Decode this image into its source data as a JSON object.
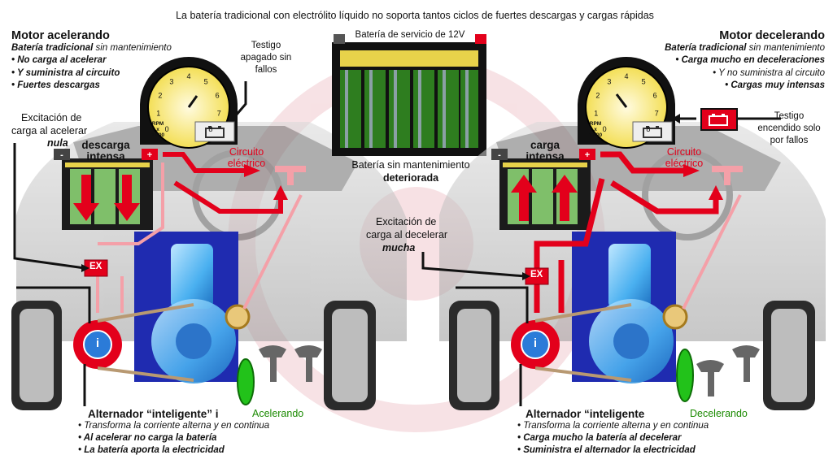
{
  "header": {
    "title": "La batería tradicional con electrólito líquido no soporta tantos ciclos de fuertes descargas y cargas rápidas"
  },
  "left_panel": {
    "title": "Motor acelerando",
    "battery_type_bold": "Batería tradicional",
    "battery_type_rest": "sin mantenimiento",
    "bullets": [
      "• No carga al acelerar",
      "• Y suministra al circuito",
      "• Fuertes descargas"
    ],
    "excitation": [
      "Excitación de",
      "carga al acelerar"
    ],
    "excitation_value": "nula",
    "gauge_label": [
      "RPM",
      "x",
      "1.000"
    ],
    "warning_light": [
      "Testigo",
      "apagado sin",
      "fallos"
    ],
    "battery_state": [
      "descarga",
      "intensa"
    ],
    "circuit": [
      "Circuito",
      "eléctrico"
    ],
    "ex_label": "EX",
    "alternator_label": "i",
    "pedal_state": "Acelerando",
    "alternator_title": "Alternador “inteligente” i",
    "alternator_lines": [
      {
        "text": "• Transforma la corriente alterna y en continua",
        "style": "italic"
      },
      {
        "text": "• Al acelerar no carga la batería",
        "style": "bold-italic"
      },
      {
        "text": "• La batería aporta la electricidad",
        "style": "bold-italic"
      }
    ]
  },
  "center": {
    "battery_title": "Batería de servicio de 12V",
    "battery_caption": "Batería sin mantenimiento",
    "battery_condition": "deteriorada"
  },
  "right_panel": {
    "title": "Motor decelerando",
    "battery_type_bold": "Batería tradicional",
    "battery_type_rest": "sin mantenimiento",
    "bullets": [
      "• Carga mucho en deceleraciones",
      "• Y no suministra al circuito",
      "• Cargas muy intensas"
    ],
    "excitation": [
      "Excitación de",
      "carga al decelerar"
    ],
    "excitation_value": "mucha",
    "gauge_label": [
      "RPM",
      "x",
      "1.000"
    ],
    "warning_light": [
      "Testigo",
      "encendido solo",
      "por fallos"
    ],
    "battery_state": [
      "carga",
      "intensa"
    ],
    "circuit": [
      "Circuito",
      "eléctrico"
    ],
    "ex_label": "EX",
    "alternator_label": "i",
    "pedal_state": "Decelerando",
    "alternator_title": "Alternador “inteligente",
    "alternator_lines": [
      {
        "text": "• Transforma la corriente alterna y en continua",
        "style": "italic"
      },
      {
        "text": "• Carga mucho la batería al decelerar",
        "style": "bold-italic"
      },
      {
        "text": "• Suministra el alternador la electricidad",
        "style": "bold-italic"
      }
    ]
  },
  "gauge_ticks": [
    "0",
    "1",
    "2",
    "3",
    "4",
    "5",
    "6",
    "7",
    "8"
  ],
  "colors": {
    "current_red": "#e3001b",
    "engine_blue": "#1f2bb0",
    "gauge_yellow": "#f3e41c",
    "pedal_green": "#22c21a",
    "battery_green": "#7fbf6a"
  },
  "icons": {
    "warning_light": "battery-warning-icon",
    "terminal_negative": "minus-icon",
    "terminal_positive": "plus-icon"
  }
}
